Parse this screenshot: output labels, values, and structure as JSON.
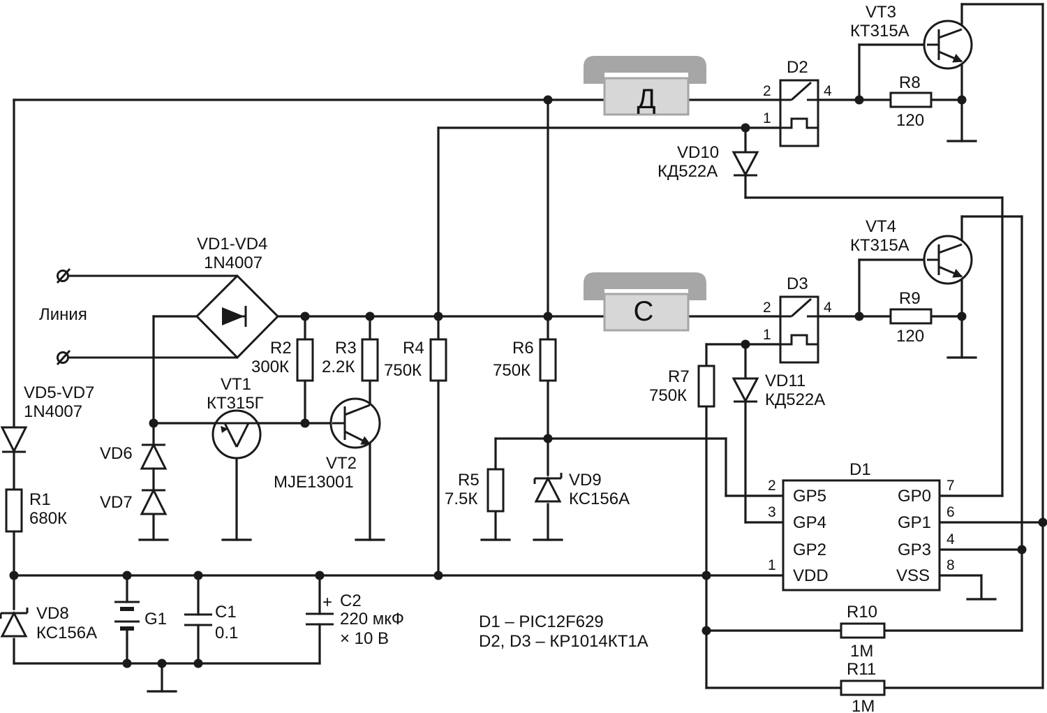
{
  "components": {
    "vd1_vd4": {
      "ref": "VD1-VD4",
      "val": "1N4007"
    },
    "line": {
      "label": "Линия"
    },
    "vd5_vd7": {
      "ref": "VD5-VD7",
      "val": "1N4007"
    },
    "vd6": {
      "ref": "VD6"
    },
    "vd7": {
      "ref": "VD7"
    },
    "r1": {
      "ref": "R1",
      "val": "680К"
    },
    "r2": {
      "ref": "R2",
      "val": "300К"
    },
    "r3": {
      "ref": "R3",
      "val": "2.2К"
    },
    "r4": {
      "ref": "R4",
      "val": "750К"
    },
    "r5": {
      "ref": "R5",
      "val": "7.5К"
    },
    "r6": {
      "ref": "R6",
      "val": "750К"
    },
    "r7": {
      "ref": "R7",
      "val": "750К"
    },
    "r8": {
      "ref": "R8",
      "val": "120"
    },
    "r9": {
      "ref": "R9",
      "val": "120"
    },
    "r10": {
      "ref": "R10",
      "val": "1M"
    },
    "r11": {
      "ref": "R11",
      "val": "1M"
    },
    "vt1": {
      "ref": "VT1",
      "val": "КТ315Г"
    },
    "vt2": {
      "ref": "VT2",
      "val": "MJE13001"
    },
    "vt3": {
      "ref": "VT3",
      "val": "КТ315А"
    },
    "vt4": {
      "ref": "VT4",
      "val": "КТ315А"
    },
    "vd8": {
      "ref": "VD8",
      "val": "КС156А"
    },
    "vd9": {
      "ref": "VD9",
      "val": "КС156А"
    },
    "vd10": {
      "ref": "VD10",
      "val": "КД522А"
    },
    "vd11": {
      "ref": "VD11",
      "val": "КД522А"
    },
    "g1": {
      "ref": "G1"
    },
    "c1": {
      "ref": "C1",
      "val": "0.1"
    },
    "c2": {
      "ref": "C2",
      "val1": "220 мкФ",
      "val2": "× 10 В",
      "plus": "+"
    },
    "d1": {
      "ref": "D1",
      "left_pins": [
        {
          "num": "2",
          "name": "GP5"
        },
        {
          "num": "3",
          "name": "GP4"
        },
        {
          "num": "",
          "name": "GP2"
        },
        {
          "num": "1",
          "name": "VDD"
        }
      ],
      "right_pins": [
        {
          "num": "7",
          "name": "GP0"
        },
        {
          "num": "6",
          "name": "GP1"
        },
        {
          "num": "4",
          "name": "GP3"
        },
        {
          "num": "8",
          "name": "VSS"
        }
      ]
    },
    "d2": {
      "ref": "D2",
      "pin1": "1",
      "pin2": "2",
      "pin4": "4"
    },
    "d3": {
      "ref": "D3",
      "pin1": "1",
      "pin2": "2",
      "pin4": "4"
    },
    "sensor_d": {
      "letter": "Д"
    },
    "sensor_c": {
      "letter": "С"
    }
  },
  "notes": {
    "line1": "D1 – PIC12F629",
    "line2": "D2, D3 – КР1014КТ1А"
  },
  "colors": {
    "wire": "#1a1a1a",
    "sensor_shell": "#a6a6a6",
    "sensor_face": "#d7d7d7"
  }
}
